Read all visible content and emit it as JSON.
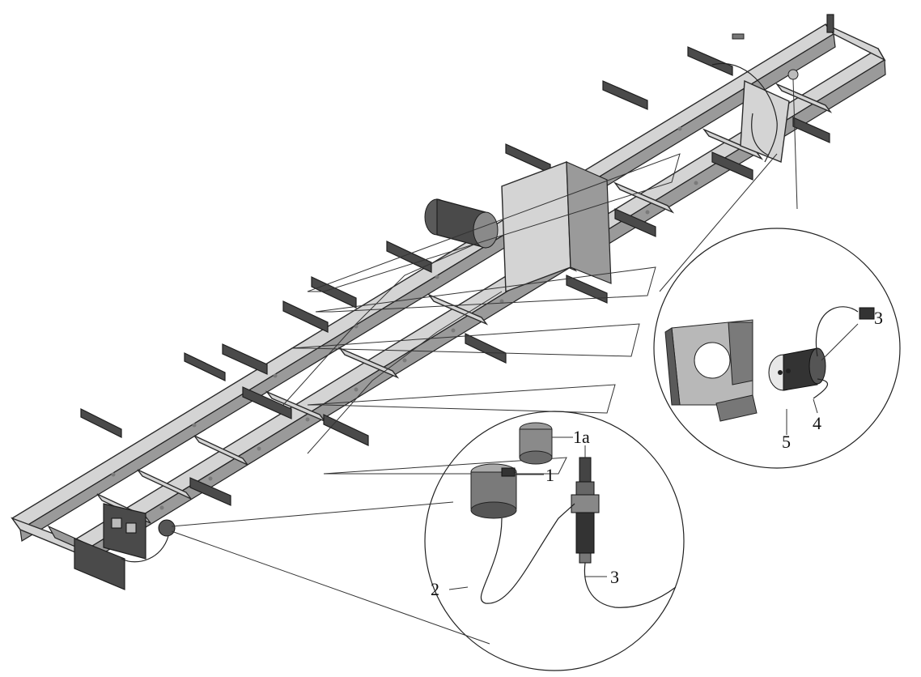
{
  "callouts": {
    "lower": {
      "part_1a": "1a",
      "part_1": "1",
      "part_2": "2",
      "part_3": "3"
    },
    "upper": {
      "part_5": "5",
      "part_4": "4",
      "part_3": "3"
    }
  },
  "colors": {
    "frame_light": "#d4d4d4",
    "frame_dark": "#4a4a4a",
    "line": "#222222",
    "background": "#ffffff"
  }
}
